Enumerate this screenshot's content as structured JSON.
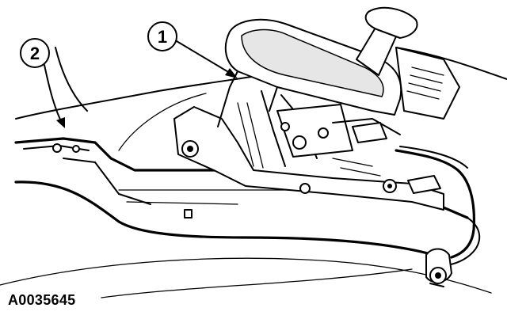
{
  "callouts": [
    {
      "id": "callout-1",
      "label": "1"
    },
    {
      "id": "callout-2",
      "label": "2"
    }
  ],
  "figure_id": "A0035645",
  "colors": {
    "line": "#000000",
    "background": "#ffffff",
    "shade": "#e6e6e6"
  }
}
